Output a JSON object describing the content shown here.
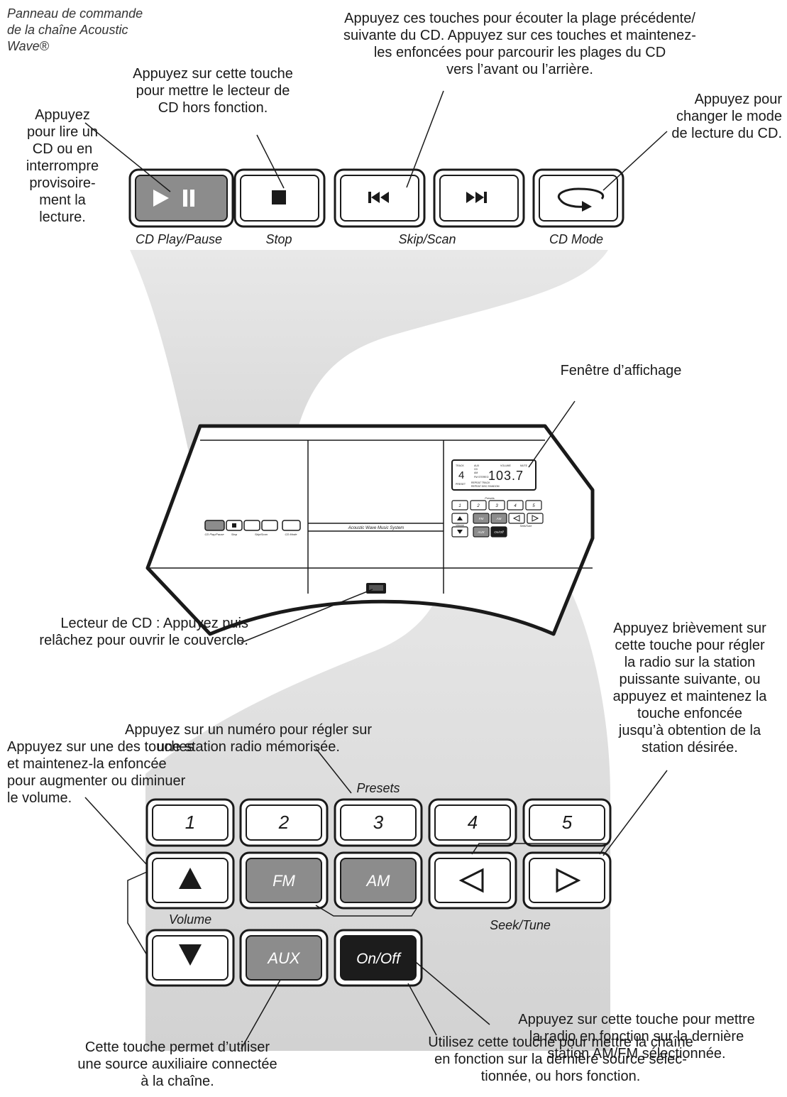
{
  "panel_title": [
    "Panneau de commande",
    "de la chaîne Acoustic",
    "Wave®"
  ],
  "callouts": {
    "play_pause": [
      "Appuyez",
      "pour lire un",
      "CD ou en",
      "interrompre",
      "provisoire-",
      "ment la",
      "lecture."
    ],
    "stop": [
      "Appuyez sur cette touche",
      "pour mettre le lecteur de",
      "CD hors fonction."
    ],
    "skip_scan": [
      "Appuyez ces touches pour écouter la plage précédente/",
      "suivante du CD. Appuyez sur ces touches et maintenez-",
      "les enfoncées pour parcourir les plages du CD",
      "vers l’avant ou l’arrière."
    ],
    "cd_mode": [
      "Appuyez pour",
      "changer le mode",
      "de lecture du CD."
    ],
    "display_window": [
      "Fenêtre d’affichage"
    ],
    "cd_player": [
      "Lecteur de CD : Appuyez puis",
      "relâchez pour ouvrir le couvercle."
    ],
    "seek_tune": [
      "Appuyez brièvement sur",
      "cette touche pour régler",
      "la radio sur la station",
      "puissante suivante, ou",
      "appuyez et maintenez la",
      "touche enfoncée",
      "jusqu’à obtention de la",
      "station désirée."
    ],
    "presets": [
      "Appuyez sur un numéro pour régler sur",
      "une station radio mémorisée."
    ],
    "volume": [
      "Appuyez sur une des touches",
      "et maintenez-la enfoncée",
      "pour augmenter ou diminuer",
      "le volume."
    ],
    "am_fm": [
      "Appuyez sur cette touche pour mettre",
      "la radio en fonction sur la dernière",
      "station AM/FM sélectionnée."
    ],
    "aux": [
      "Cette touche permet d’utiliser",
      "une source auxiliaire connectée",
      "à la chaîne."
    ],
    "on_off": [
      "Utilisez cette touche pour mettre la chaîne",
      "en fonction sur la dernière source sélec-",
      "tionnée, ou hors fonction."
    ]
  },
  "cd_labels": {
    "play_pause": "CD Play/Pause",
    "stop": "Stop",
    "skip_scan": "Skip/Scan",
    "cd_mode": "CD Mode"
  },
  "radio_labels": {
    "presets": "Presets",
    "volume": "Volume",
    "seek_tune": "Seek/Tune"
  },
  "preset_buttons": [
    "1",
    "2",
    "3",
    "4",
    "5"
  ],
  "source_buttons": {
    "fm": "FM",
    "am": "AM",
    "aux": "AUX",
    "on_off": "On/Off"
  },
  "unit": {
    "brand_label": "Acoustic Wave Music System",
    "lcd_small_left": "TRACK",
    "lcd_track_number": "4",
    "lcd_sources": [
      "AUX",
      "CD",
      "AM",
      "FM STEREO"
    ],
    "lcd_volume": "VOLUME",
    "lcd_mute": "MUTE",
    "lcd_frequency": "103.7",
    "lcd_preset": "PRESET",
    "lcd_bottom": [
      "REPEAT TRACK",
      "REPEAT DISC RANDOM"
    ],
    "mini_cd_labels": [
      "CD Play/Pause",
      "Stop",
      "Skip/Scan",
      "CD Mode"
    ]
  },
  "colors": {
    "gray_button": "#8c8c8c",
    "dark_button": "#1c1c1c",
    "flow_band": "#dcdcdc",
    "outline": "#1a1a1a"
  }
}
